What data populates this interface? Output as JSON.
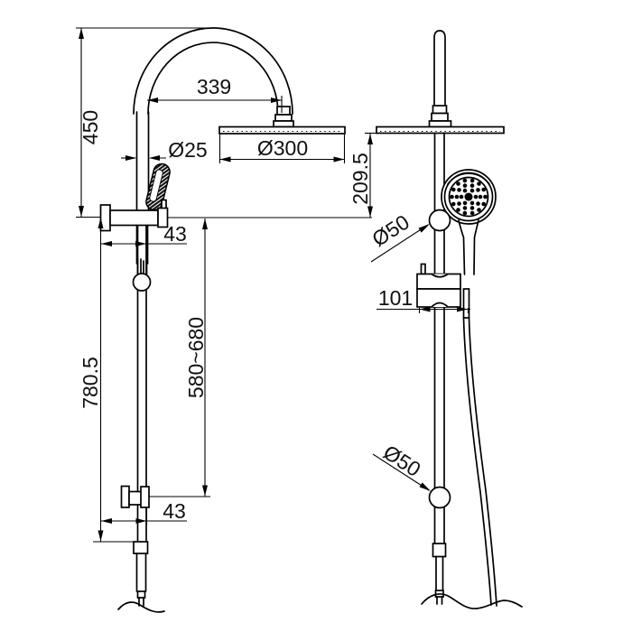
{
  "drawing": {
    "dimensions": {
      "h450": "450",
      "w339": "339",
      "d25": "Ø25",
      "d300": "Ø300",
      "h209": "209.5",
      "off43_top": "43",
      "h780": "780.5",
      "range": "580~680",
      "off43_bot": "43",
      "d50_top": "Ø50",
      "depth101": "101",
      "d50_bot": "Ø50"
    }
  }
}
